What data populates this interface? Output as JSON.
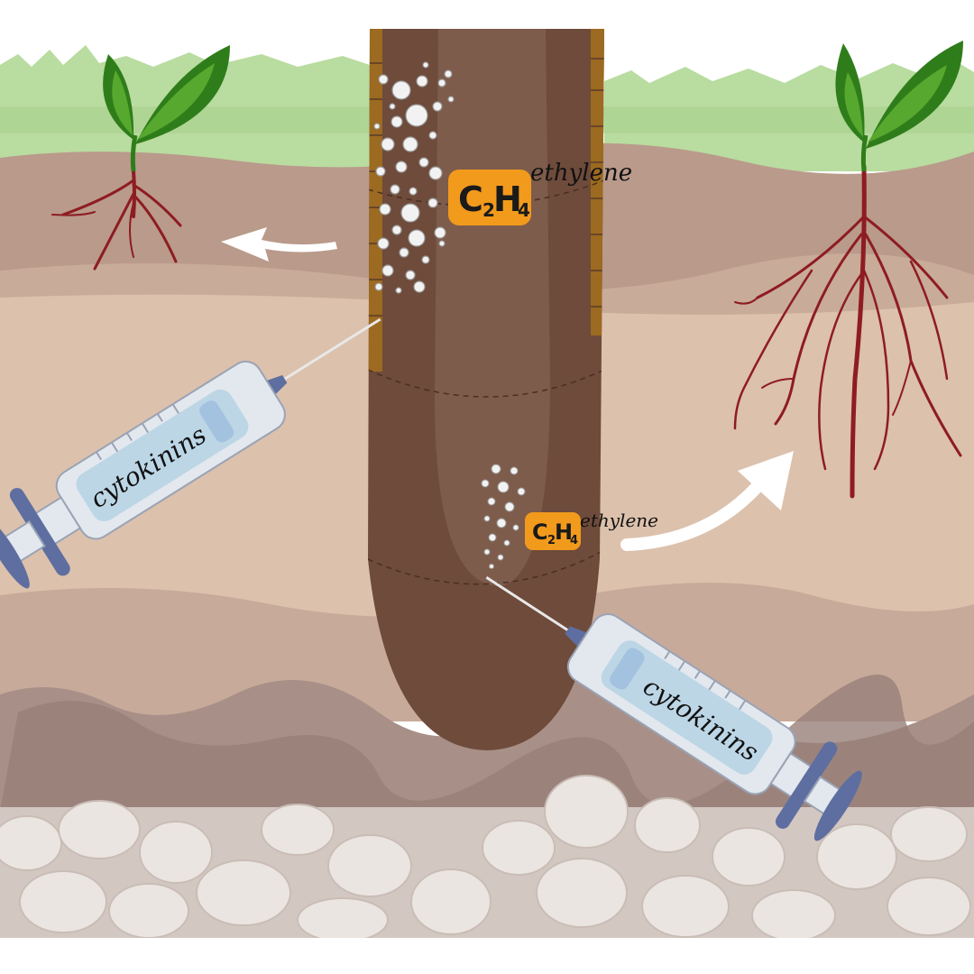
{
  "colors": {
    "sky": "#ffffff",
    "grass": "#b9dca0",
    "grass_dark": "#9ccb80",
    "soil_top": "#b89789",
    "soil_mid": "#d8bca8",
    "soil_deep": "#bfa092",
    "soil_dark": "#9a847e",
    "root": "#6b4838",
    "root_inner": "#7c5a4a",
    "bark": "#9c6a20",
    "stem_red": "#8e1c22",
    "leaf_dark": "#2f7d1a",
    "leaf_light": "#57a82e",
    "label_orange": "#f29a1c",
    "syringe_body": "#e3e8ee",
    "syringe_liquid": "#bcd6e6",
    "syringe_cap": "#5e6ea0",
    "stone": "#e6e0dc",
    "arrow": "#ffffff"
  },
  "labels": {
    "upper": {
      "formula_c": "C",
      "formula_2": "2",
      "formula_h": "H",
      "formula_4": "4",
      "name": "ethylene"
    },
    "lower": {
      "formula_c": "C",
      "formula_2": "2",
      "formula_h": "H",
      "formula_4": "4",
      "name": "ethylene"
    }
  },
  "syringes": {
    "left": {
      "text": "cytokinins"
    },
    "right": {
      "text": "cytokinins"
    }
  },
  "icons": {
    "left_plant": "seedling-small-roots-icon",
    "right_plant": "seedling-large-roots-icon",
    "left_arrow": "arrow-left-icon",
    "right_arrow": "curved-arrow-up-right-icon",
    "bubbles": "gas-bubbles-icon"
  }
}
